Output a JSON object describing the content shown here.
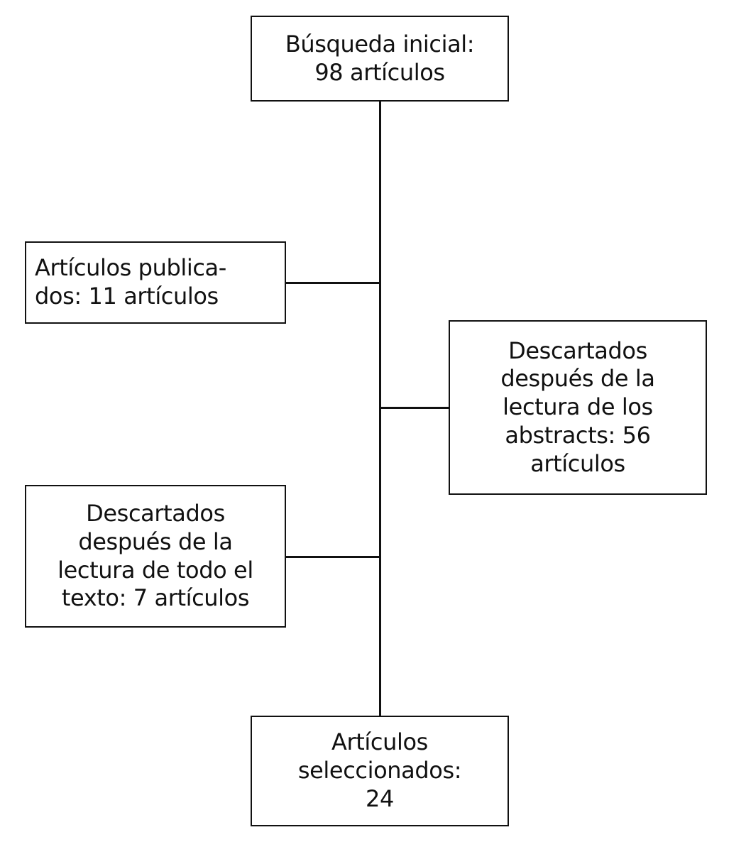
{
  "diagram": {
    "type": "flowchart",
    "language": "es",
    "ink_color": "#111111",
    "background_color": "#ffffff",
    "boxes": {
      "initial_search": {
        "text": "Búsqueda inicial:\n98 artículos"
      },
      "published": {
        "text": "Artículos publica-\ndos: 11 artículos"
      },
      "discarded_abstracts": {
        "text": "Descartados\ndespués de la\nlectura de los\nabstracts: 56\nartículos"
      },
      "discarded_fulltext": {
        "text": "Descartados\ndespués de la\nlectura de todo el\ntexto: 7 artículos"
      },
      "selected": {
        "text": "Artículos\nseleccionados:\n24"
      }
    },
    "edges": [
      {
        "from": "initial_search",
        "to": "selected",
        "via": "vertical-trunk"
      },
      {
        "from": "vertical-trunk",
        "to": "published"
      },
      {
        "from": "vertical-trunk",
        "to": "discarded_abstracts"
      },
      {
        "from": "vertical-trunk",
        "to": "discarded_fulltext"
      }
    ]
  }
}
